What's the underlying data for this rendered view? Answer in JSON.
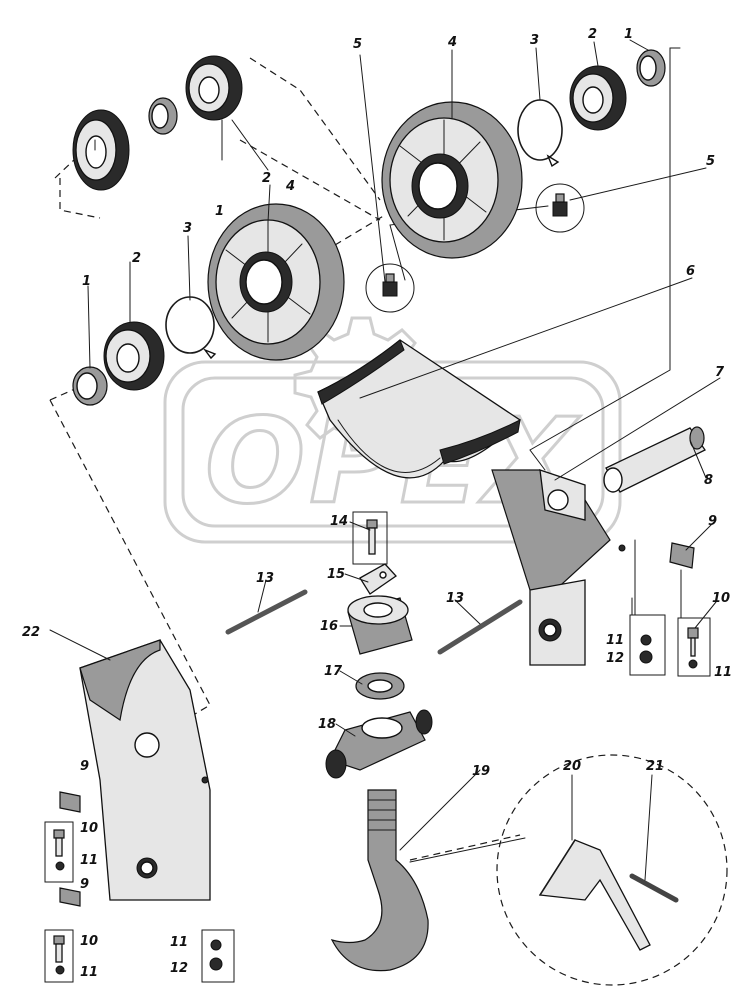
{
  "watermark": {
    "text": "OPEX"
  },
  "callouts": [
    {
      "id": "c1a",
      "text": "1"
    },
    {
      "id": "c2a",
      "text": "2"
    },
    {
      "id": "c3a",
      "text": "3"
    },
    {
      "id": "c4a",
      "text": "4"
    },
    {
      "id": "c5a",
      "text": "5"
    },
    {
      "id": "c5b",
      "text": "5"
    },
    {
      "id": "c4b",
      "text": "4"
    },
    {
      "id": "c3b",
      "text": "3"
    },
    {
      "id": "c2b",
      "text": "2"
    },
    {
      "id": "c1b",
      "text": "1"
    },
    {
      "id": "c2c",
      "text": "2"
    },
    {
      "id": "c1c",
      "text": "1"
    },
    {
      "id": "c6",
      "text": "6"
    },
    {
      "id": "c7",
      "text": "7"
    },
    {
      "id": "c8",
      "text": "8"
    },
    {
      "id": "c9a",
      "text": "9"
    },
    {
      "id": "c10a",
      "text": "10"
    },
    {
      "id": "c11a",
      "text": "11"
    },
    {
      "id": "c11b",
      "text": "11"
    },
    {
      "id": "c12a",
      "text": "12"
    },
    {
      "id": "c13a",
      "text": "13"
    },
    {
      "id": "c13b",
      "text": "13"
    },
    {
      "id": "c14",
      "text": "14"
    },
    {
      "id": "c15",
      "text": "15"
    },
    {
      "id": "c16",
      "text": "16"
    },
    {
      "id": "c17",
      "text": "17"
    },
    {
      "id": "c18",
      "text": "18"
    },
    {
      "id": "c19",
      "text": "19"
    },
    {
      "id": "c20",
      "text": "20"
    },
    {
      "id": "c21",
      "text": "21"
    },
    {
      "id": "c22",
      "text": "22"
    },
    {
      "id": "c9b",
      "text": "9"
    },
    {
      "id": "c10b",
      "text": "10"
    },
    {
      "id": "c11c",
      "text": "11"
    },
    {
      "id": "c9c",
      "text": "9"
    },
    {
      "id": "c10c",
      "text": "10"
    },
    {
      "id": "c11d",
      "text": "11"
    },
    {
      "id": "c11e",
      "text": "11"
    },
    {
      "id": "c12b",
      "text": "12"
    }
  ]
}
